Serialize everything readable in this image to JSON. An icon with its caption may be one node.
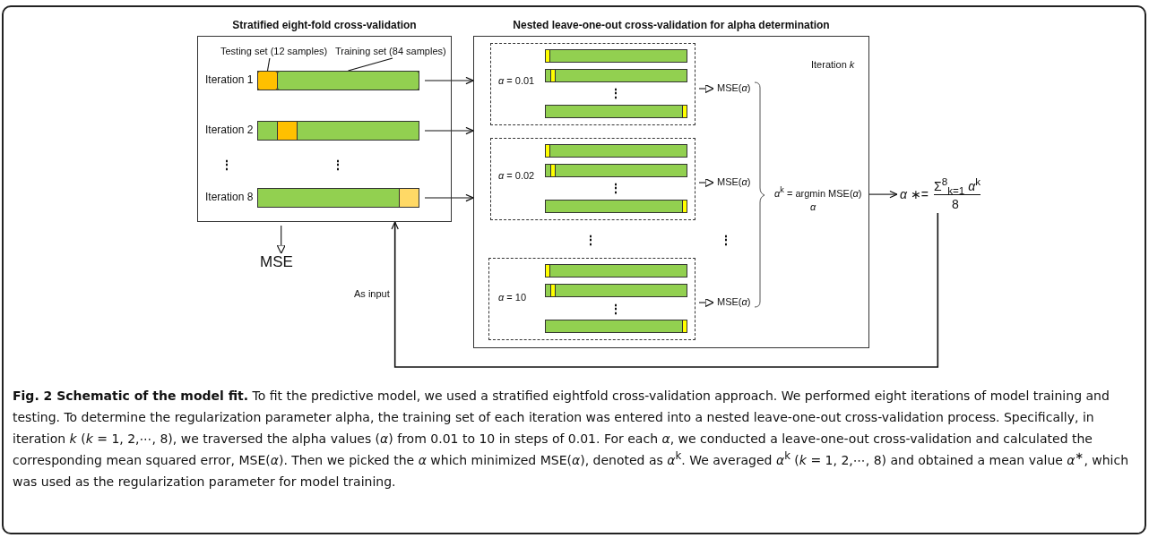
{
  "diagram": {
    "caption": "**Fig. 2 Schematic of the model fit.** To fit the predictive model, we used a stratified eightfold cross-validation approach. We performed eight iterations of model training and testing. To determine the regularization parameter alpha, the training set of each iteration was entered into a nested leave-one-out cross-validation process. Specifically, in iteration *k* (*k* = 1, 2,⋯, 8), we traversed the alpha values (*α*) from 0.01 to 10 in steps of 0.01. For each *α*, we conducted a leave-one-out cross-validation and calculated the corresponding mean squared error, MSE(*α*). Then we picked the *α* which minimized MSE(*α*), denoted as *α*$^{k}$. We averaged *α*$^{k}$ (*k* = 1, 2,⋯, 8) and obtained a mean value *α*$^{∗}$, which was used as the regularization parameter for model training.",
    "nodes": [
      {
        "text": [
          "Stratified eight-fold cross-validation"
        ]
      },
      {
        "text": [
          "Testing set (12 samples)"
        ],
        "in": 0
      },
      {
        "text": [
          "Training set (84 samples)"
        ],
        "in": 0
      },
      {
        "text": [],
        "shape": "bar",
        "in": 0,
        "beside": [
          "Iteration 1"
        ]
      },
      {
        "text": [],
        "shape": "box",
        "in": 3
      },
      {
        "text": [],
        "shape": "box",
        "in": 3
      },
      {
        "text": [],
        "shape": "bar",
        "in": 0,
        "beside": [
          "Iteration 2"
        ]
      },
      {
        "text": [],
        "shape": "bar",
        "in": 0,
        "beside": [
          "Iteration 8"
        ]
      },
      {
        "text": [
          "Nested leave-one-out cross-validation for alpha determination"
        ]
      },
      {
        "text": [
          "*α* = 0.01"
        ],
        "in": 8
      },
      {
        "text": [],
        "shape": "bar",
        "in": 9
      },
      {
        "text": [],
        "shape": "bar",
        "in": 9
      },
      {
        "text": [],
        "shape": "bar",
        "in": 9
      },
      {
        "text": [
          "*α* = 0.02"
        ],
        "in": 8
      },
      {
        "text": [],
        "shape": "bar",
        "in": 13
      },
      {
        "text": [],
        "shape": "bar",
        "in": 13
      },
      {
        "text": [],
        "shape": "bar",
        "in": 13
      },
      {
        "text": [
          "*α* = 10"
        ],
        "in": 8
      },
      {
        "text": [],
        "shape": "bar",
        "in": 17
      },
      {
        "text": [],
        "shape": "bar",
        "in": 17
      },
      {
        "text": [],
        "shape": "bar",
        "in": 17
      },
      {
        "text": [
          "MSE(*α*)"
        ],
        "in": 8
      },
      {
        "text": [
          "MSE(*α*)"
        ],
        "in": 8
      },
      {
        "text": [
          "MSE(*α*)"
        ],
        "in": 8
      },
      {
        "text": [
          "*α*$^{k}$ = argmin MSE(*α*)",
          "*α*"
        ],
        "in": 8
      },
      {
        "text": [
          "*α* ∗=",
          "Σ$^{8}$$_{k=1}$ *α*$^{k}$",
          "8"
        ]
      },
      {
        "text": [
          "MSE"
        ]
      }
    ],
    "edges": [
      {
        "from": 1,
        "to": 4,
        "arrow": "none"
      },
      {
        "from": 2,
        "to": 5,
        "arrow": "none"
      },
      {
        "from": 3,
        "to": 8,
        "arrow": "to"
      },
      {
        "from": 6,
        "to": 8,
        "arrow": "to"
      },
      {
        "from": 7,
        "to": 8,
        "arrow": "to"
      },
      {
        "from": 9,
        "to": 21,
        "arrow": "to"
      },
      {
        "from": 13,
        "to": 22,
        "arrow": "to"
      },
      {
        "from": 17,
        "to": 23,
        "arrow": "to"
      },
      {
        "from": 8,
        "to": 25,
        "arrow": "to"
      },
      {
        "from": 25,
        "to": 0,
        "arrow": "to",
        "label": "As input"
      },
      {
        "from": 0,
        "to": 26,
        "arrow": "to"
      }
    ],
    "labels": [
      "⋮",
      "⋮",
      "Iteration *k*",
      "⋮",
      "⋮",
      "⋮",
      "⋮",
      "⋮"
    ]
  }
}
